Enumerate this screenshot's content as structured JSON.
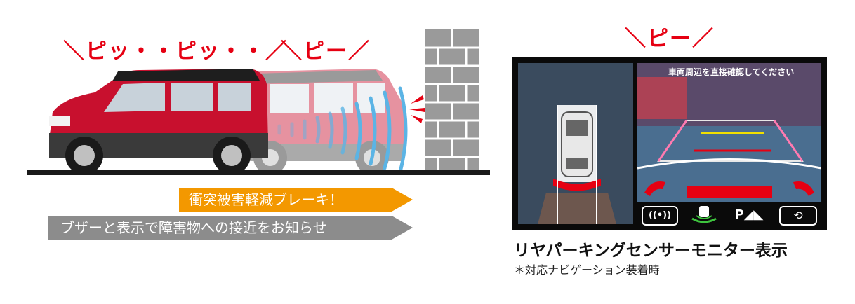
{
  "left_scene": {
    "beep_front": "＼ピッ・・ピッ・・／",
    "beep_rear": "＼ピー／",
    "arrow_orange": "衝突被害軽減ブレーキ！",
    "arrow_gray": "ブザーと表示で障害物への接近をお知らせ"
  },
  "right_scene": {
    "beep": "＼ピー／",
    "screen_banner": "車両周辺を直接確認してください",
    "caption_main": "リヤパーキングセンサーモニター表示",
    "caption_sub": "＊対応ナビゲーション装着時",
    "icon_labels": [
      "((•))",
      "P◢◣"
    ]
  },
  "colors": {
    "beep_red": "#e60012",
    "arrow_orange": "#f39800",
    "arrow_gray": "#8c8c8c",
    "car_red": "#c8102e",
    "wave_blue": "#5bb4e5"
  }
}
